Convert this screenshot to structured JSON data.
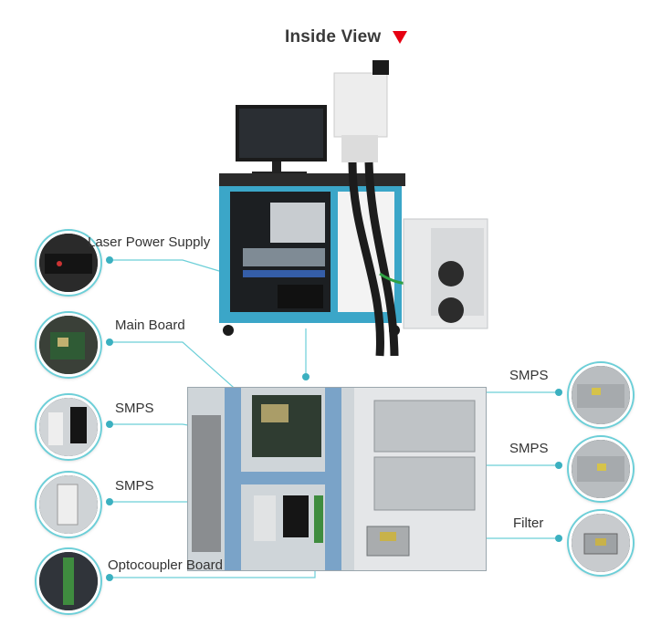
{
  "header": {
    "title": "Inside View"
  },
  "accent_colors": {
    "title_arrow": "#e60012",
    "leader_line": "#6ccfd8",
    "cabinet": "#3ba6c8"
  },
  "callouts": [
    {
      "id": "laser-power-supply",
      "label": "Laser Power Supply",
      "side": "left"
    },
    {
      "id": "main-board",
      "label": "Main Board",
      "side": "left"
    },
    {
      "id": "smps-left-1",
      "label": "SMPS",
      "side": "left"
    },
    {
      "id": "smps-left-2",
      "label": "SMPS",
      "side": "left"
    },
    {
      "id": "optocoupler-board",
      "label": "Optocoupler Board",
      "side": "left"
    },
    {
      "id": "smps-right-1",
      "label": "SMPS",
      "side": "right"
    },
    {
      "id": "smps-right-2",
      "label": "SMPS",
      "side": "right"
    },
    {
      "id": "filter",
      "label": "Filter",
      "side": "right"
    }
  ],
  "icons": {
    "title_marker": "red-down-triangle-icon",
    "callout_marker": "teal-dot-icon"
  }
}
